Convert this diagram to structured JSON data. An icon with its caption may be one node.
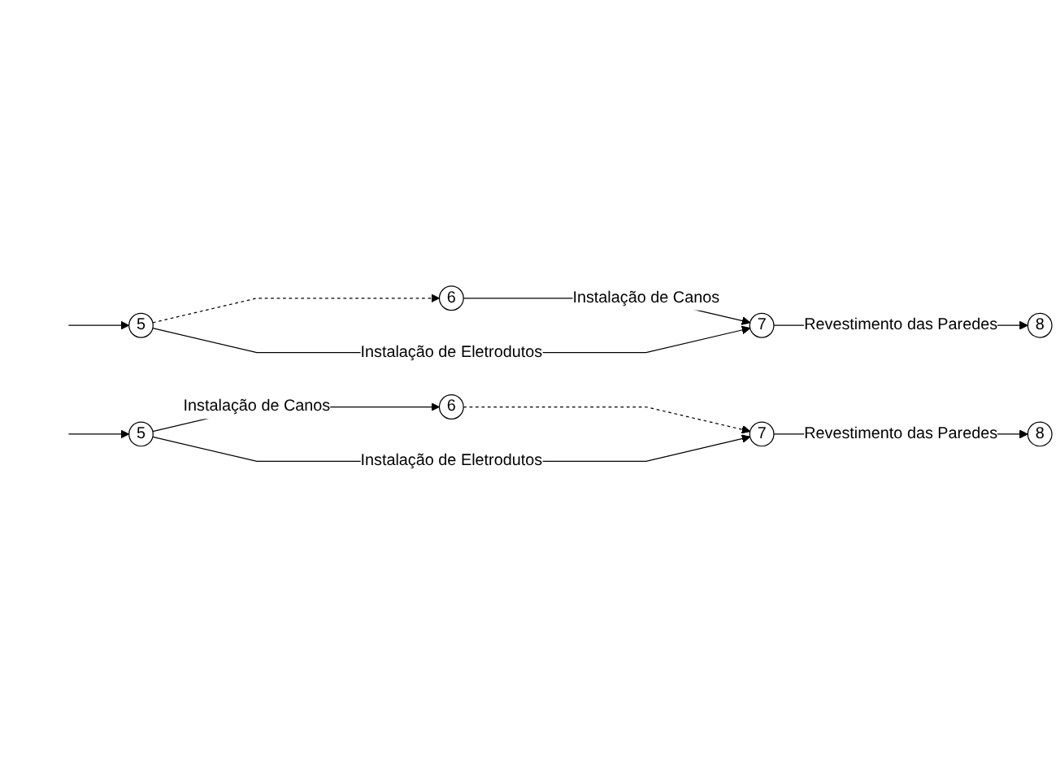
{
  "diagram": {
    "nodes": [
      {
        "text": [
          "6"
        ]
      },
      {
        "text": [
          "5"
        ]
      },
      {
        "text": [
          "7"
        ]
      },
      {
        "text": [
          "8"
        ]
      },
      {
        "text": [
          "6"
        ]
      },
      {
        "text": [
          "5"
        ]
      },
      {
        "text": [
          "7"
        ]
      },
      {
        "text": [
          "8"
        ]
      }
    ],
    "edges": [
      {
        "from": null,
        "to": 1,
        "arrow": "to"
      },
      {
        "from": 1,
        "to": 0,
        "arrow": "to",
        "style": "dashed"
      },
      {
        "from": 0,
        "to": 2,
        "arrow": "to",
        "label": "Instalação de Canos"
      },
      {
        "from": 1,
        "to": 2,
        "arrow": "to",
        "label": "Instalação de Eletrodutos"
      },
      {
        "from": 2,
        "to": 3,
        "arrow": "to",
        "label": "Revestimento das Paredes"
      },
      {
        "from": null,
        "to": 5,
        "arrow": "to"
      },
      {
        "from": 5,
        "to": 4,
        "arrow": "to",
        "label": "Instalação de Canos"
      },
      {
        "from": 4,
        "to": 6,
        "arrow": "to",
        "style": "dashed"
      },
      {
        "from": 5,
        "to": 6,
        "arrow": "to",
        "label": "Instalação de Eletrodutos"
      },
      {
        "from": 6,
        "to": 7,
        "arrow": "to",
        "label": "Revestimento das Paredes"
      }
    ]
  }
}
